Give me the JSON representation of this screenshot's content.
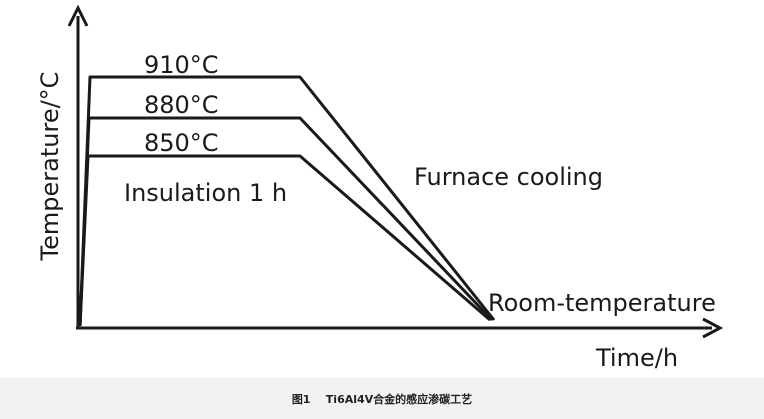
{
  "diagram": {
    "y_axis_label": "Temperature/°C",
    "x_axis_label": "Time/h",
    "holds": [
      {
        "label": "910°C"
      },
      {
        "label": "880°C"
      },
      {
        "label": "850°C"
      }
    ],
    "hold_note": "Insulation 1 h",
    "cooling_note": "Furnace cooling",
    "end_note": "Room-temperature",
    "line_color": "#1a1a1a"
  },
  "caption": {
    "figure_number": "图1",
    "title": "Ti6Al4V合金的感应渗碳工艺"
  }
}
